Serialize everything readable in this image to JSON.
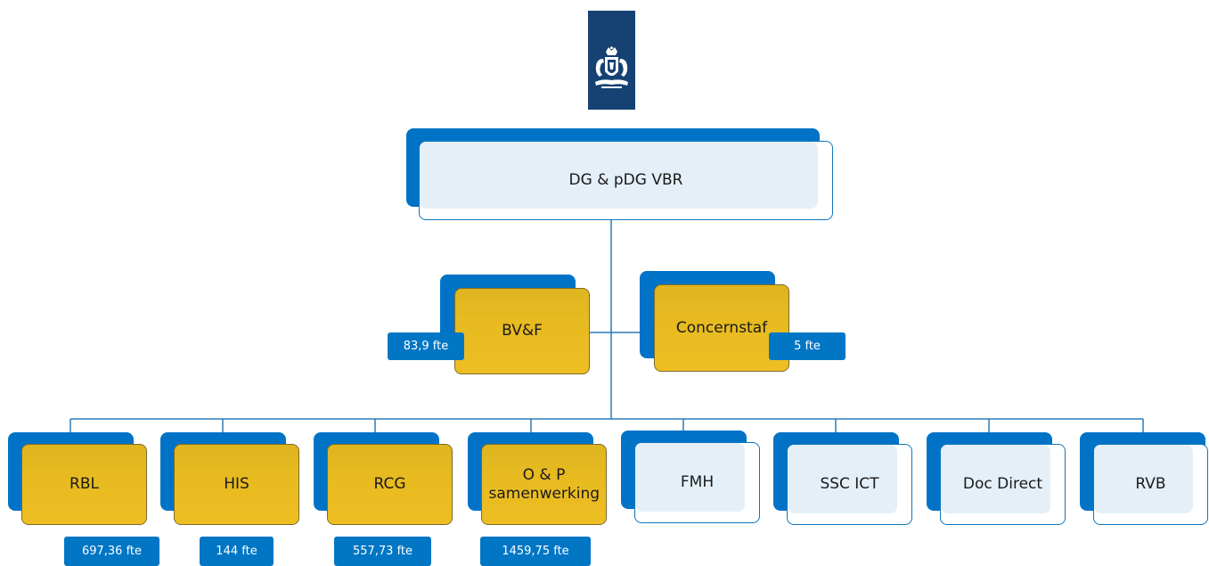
{
  "root": {
    "label": "DG & pDG VBR"
  },
  "staff_units": [
    {
      "label": "BV&F",
      "fte": "83,9 fte"
    },
    {
      "label": "Concernstaf",
      "fte": "5 fte"
    }
  ],
  "units": [
    {
      "label": "RBL",
      "fte": "697,36 fte"
    },
    {
      "label": "HIS",
      "fte": "144 fte"
    },
    {
      "label": "RCG",
      "fte": "557,73 fte"
    },
    {
      "label": "O & P samenwerking",
      "fte": "1459,75 fte"
    },
    {
      "label": "FMH"
    },
    {
      "label": "SSC ICT"
    },
    {
      "label": "Doc Direct"
    },
    {
      "label": "RVB"
    }
  ],
  "colors": {
    "logo_background": "#154273",
    "box_blue": "#0173c7",
    "box_gold": "#f3c11d",
    "box_light": "#e4eff8",
    "fte_badge": "#0076c4"
  }
}
